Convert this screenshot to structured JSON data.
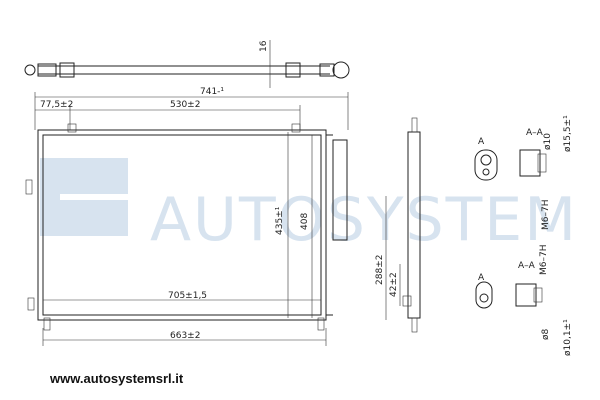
{
  "watermark": {
    "brand": "AUTOSYSTEM",
    "color": "#d7e3ef"
  },
  "dimensions": {
    "thickness": "16",
    "overall_width": "741-¹",
    "left_offset": "77,5±2",
    "upper_span": "530±2",
    "height_1": "435±¹",
    "height_2": "408",
    "core_width": "705±1,5",
    "bottom_width": "663±2",
    "side_height_1": "288±2",
    "side_height_2": "42±2",
    "section_label_top": "A–A",
    "section_label_bottom": "A–A",
    "thread_top": "M6–7H",
    "thread_bottom": "M6–7H",
    "dia_top_1": "ø10",
    "dia_top_2": "ø15,5±¹",
    "dia_bottom_1": "ø8",
    "dia_bottom_2": "ø10,1±¹",
    "marker_a": "A"
  },
  "footer": {
    "website": "www.autosystemsrl.it"
  }
}
